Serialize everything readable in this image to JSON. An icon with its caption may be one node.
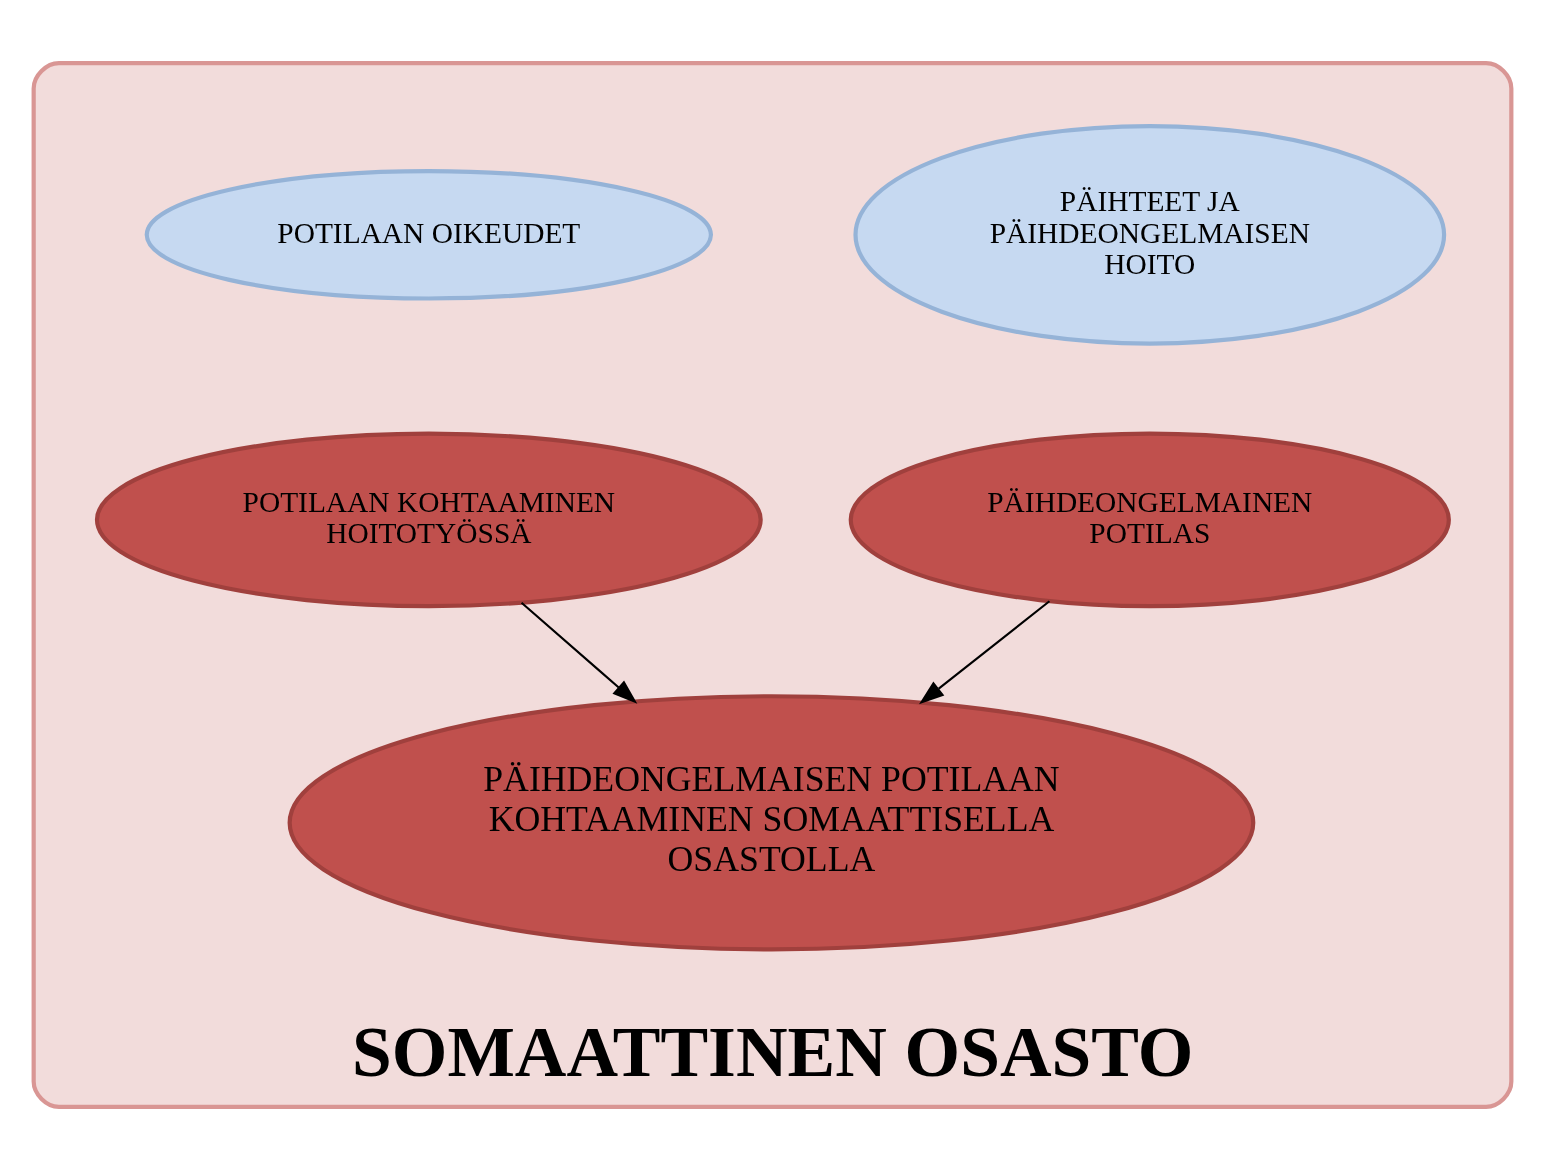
{
  "diagram": {
    "nodes": [
      {
        "text": [
          "SOMAATTINEN OSASTO"
        ]
      },
      {
        "text": [
          "PÄIHTEET JA PÄIHDEONGELMAISEN HOITO"
        ],
        "in": 0
      },
      {
        "text": [
          "POTILAAN OIKEUDET"
        ],
        "in": 0
      },
      {
        "text": [
          "PÄIHDEONGELMAINEN POTILAS"
        ],
        "in": 0
      },
      {
        "text": [
          "POTILAAN KOHTAAMINEN HOITOTYÖSSÄ"
        ],
        "in": 0
      },
      {
        "text": [
          "PÄIHDEONGELMAISEN POTILAAN KOHTAAMINEN SOMAATTISELLA OSASTOLLA"
        ],
        "in": 0
      }
    ],
    "edges": [
      {
        "from": 3,
        "to": 5,
        "arrow": "to"
      },
      {
        "from": 4,
        "to": 5,
        "arrow": "to"
      }
    ]
  }
}
